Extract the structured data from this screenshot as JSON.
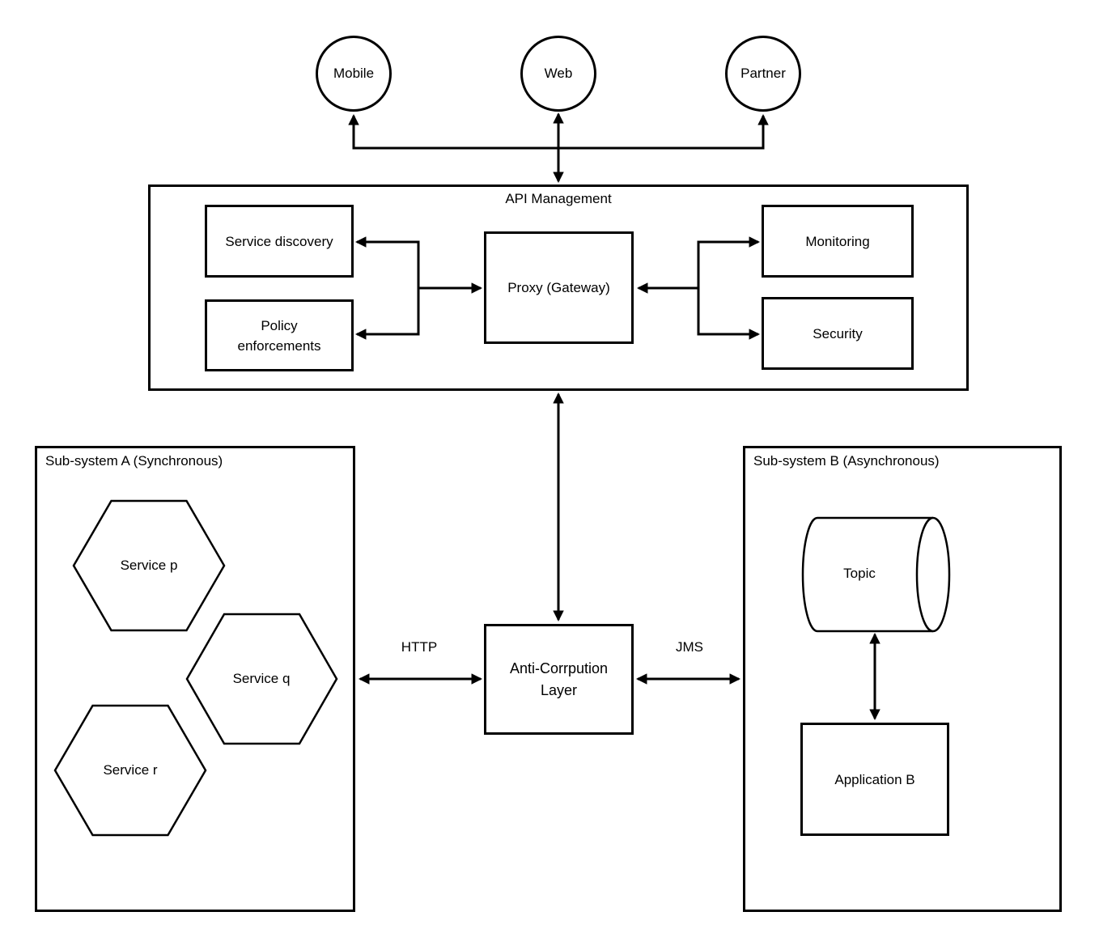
{
  "diagram": {
    "clients": {
      "mobile": "Mobile",
      "web": "Web",
      "partner": "Partner"
    },
    "api_management": {
      "title": "API Management",
      "service_discovery": "Service discovery",
      "policy_enforcements": "Policy\nenforcements",
      "proxy": "Proxy (Gateway)",
      "monitoring": "Monitoring",
      "security": "Security"
    },
    "subsystem_a": {
      "title": "Sub-system A (Synchronous)",
      "service_p": "Service p",
      "service_q": "Service q",
      "service_r": "Service r"
    },
    "subsystem_b": {
      "title": "Sub-system B (Asynchronous)",
      "topic": "Topic",
      "application_b": "Application B"
    },
    "anti_corruption_layer": "Anti-Corrpution\nLayer",
    "edge_labels": {
      "http": "HTTP",
      "jms": "JMS"
    },
    "colors": {
      "stroke": "#000000",
      "background": "#ffffff",
      "text": "#000000"
    }
  }
}
